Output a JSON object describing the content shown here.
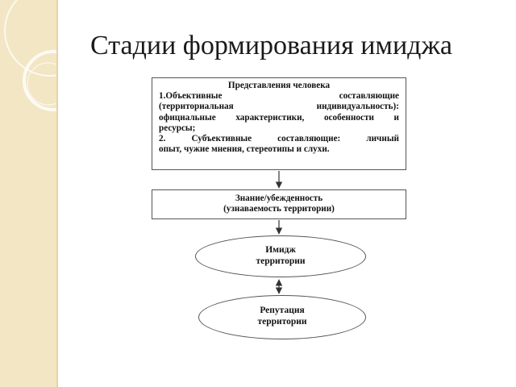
{
  "title": "Стадии формирования имиджа",
  "box1": {
    "heading": "Представления человека",
    "line1": "1.Объективные составляющие",
    "line2": "(территориальная индивидуальность):",
    "line3": "официальные характеристики, особенности и",
    "line4": "ресурсы;",
    "line5": "2. Субъективные составляющие: личный",
    "line6": "опыт, чужие мнения, стереотипы и слухи."
  },
  "box2": {
    "line1": "Знание/убежденность",
    "line2": "(узнаваемость территории)"
  },
  "ellipse1": {
    "line1": "Имидж",
    "line2": "территории"
  },
  "ellipse2": {
    "line1": "Репутация",
    "line2": "территории"
  },
  "colors": {
    "sidebar": "#f2e6c4",
    "border": "#555555",
    "text": "#111111"
  }
}
